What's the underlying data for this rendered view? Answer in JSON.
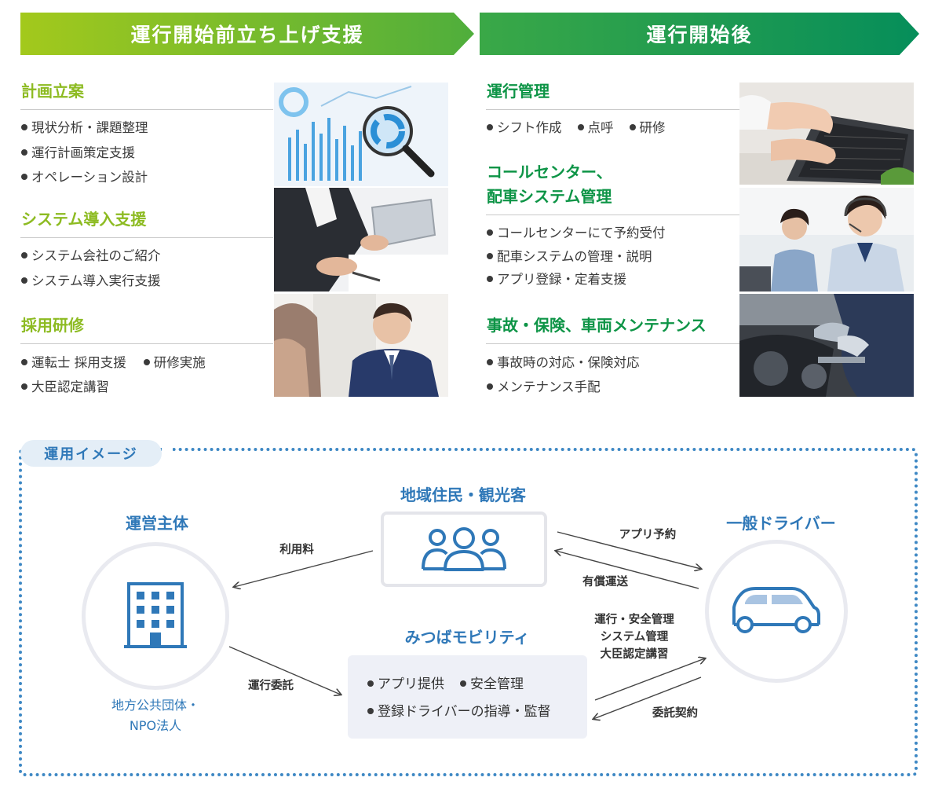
{
  "banners": {
    "pre": "運行開始前立ち上げ支援",
    "post": "運行開始後"
  },
  "left_sections": [
    {
      "title": "計画立案",
      "items": [
        "現状分析・課題整理",
        "運行計画策定支援",
        "オペレーション設計"
      ]
    },
    {
      "title": "システム導入支援",
      "items": [
        "システム会社のご紹介",
        "システム導入実行支援"
      ]
    },
    {
      "title": "採用研修",
      "items": [
        "運転士 採用支援",
        "研修実施",
        "大臣認定講習"
      ]
    }
  ],
  "right_sections": [
    {
      "title": "運行管理",
      "items": [
        "シフト作成",
        "点呼",
        "研修"
      ]
    },
    {
      "title_line1": "コールセンター、",
      "title_line2": "配車システム管理",
      "items": [
        "コールセンターにて予約受付",
        "配車システムの管理・説明",
        "アプリ登録・定着支援"
      ]
    },
    {
      "title": "事故・保険、車両メンテナンス",
      "items": [
        "事故時の対応・保険対応",
        "メンテナンス手配"
      ]
    }
  ],
  "diagram": {
    "label": "運用イメージ",
    "operator": {
      "title": "運営主体",
      "caption_line1": "地方公共団体・",
      "caption_line2": "NPO法人"
    },
    "residents": {
      "title": "地域住民・観光客"
    },
    "drivers": {
      "title": "一般ドライバー"
    },
    "mitsuba": {
      "title": "みつばモビリティ",
      "items": [
        "アプリ提供",
        "安全管理",
        "登録ドライバーの指導・監督"
      ]
    },
    "arrows": {
      "fee": "利用料",
      "app_booking": "アプリ予約",
      "paid_transport": "有償運送",
      "mgmt_line1": "運行・安全管理",
      "mgmt_line2": "システム管理",
      "mgmt_line3": "大臣認定講習",
      "operation_outsourcing": "運行委託",
      "consignment_contract": "委託契約"
    },
    "colors": {
      "accent": "#2f78b8",
      "dots": "#3e88c4",
      "green_light": "#8dbb22",
      "green_dark": "#0d9446"
    }
  },
  "icons": [
    "building-icon",
    "users-group-icon",
    "car-icon"
  ]
}
